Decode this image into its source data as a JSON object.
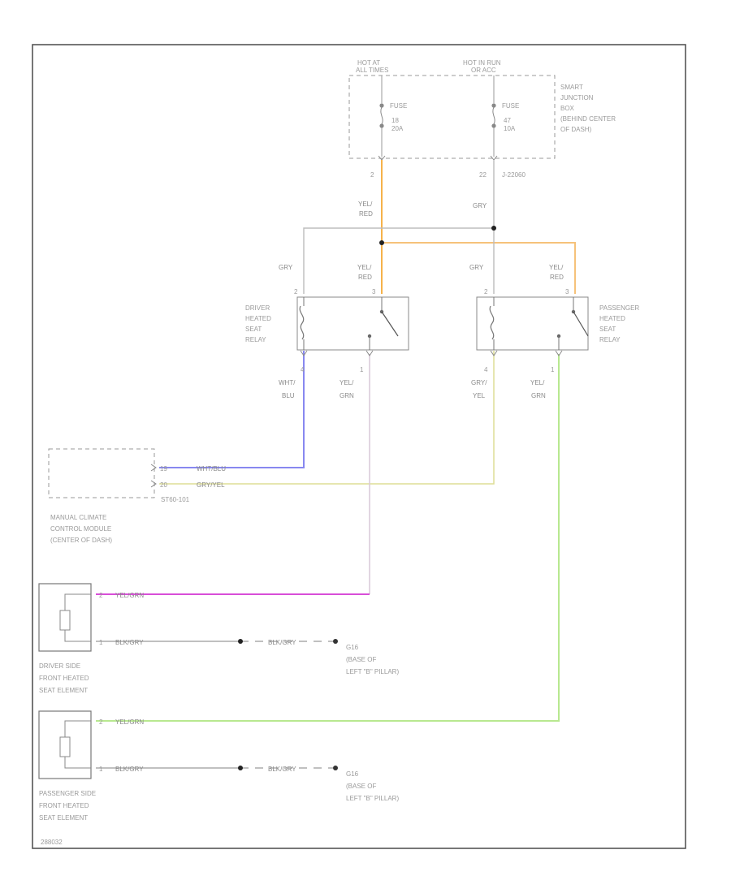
{
  "junction_box": {
    "hot_left": [
      "HOT AT",
      "ALL TIMES"
    ],
    "hot_right": [
      "HOT IN RUN",
      "OR ACC"
    ],
    "fuse_left": [
      "FUSE",
      "18",
      "20A"
    ],
    "fuse_right": [
      "FUSE",
      "47",
      "10A"
    ],
    "name": [
      "SMART",
      "JUNCTION",
      "BOX",
      "(BEHIND CENTER",
      "OF DASH)"
    ],
    "pin_left": "2",
    "pin_right": "22",
    "connector": "J-22060"
  },
  "wires": {
    "yel_red": [
      "YEL/",
      "RED"
    ],
    "gry": "GRY",
    "wht_blu": [
      "WHT/",
      "BLU"
    ],
    "yel_grn": [
      "YEL/",
      "GRN"
    ],
    "gry_yel": [
      "GRY/",
      "YEL"
    ],
    "wht_blu_inline": "WHT/BLU",
    "gry_yel_inline": "GRY/YEL",
    "yel_grn_inline": "YEL/GRN",
    "blk_gry": "BLK/GRY",
    "gnd_blk_gry": "BLK/GRY"
  },
  "driver_relay": {
    "name": [
      "DRIVER",
      "HEATED",
      "SEAT",
      "RELAY"
    ],
    "pin_top_left": "2",
    "pin_top_right": "3",
    "pin_bot_left": "4",
    "pin_bot_right": "1"
  },
  "passenger_relay": {
    "name": [
      "PASSENGER",
      "HEATED",
      "SEAT",
      "RELAY"
    ],
    "pin_top_left": "2",
    "pin_top_right": "3",
    "pin_bot_left": "4",
    "pin_bot_right": "1"
  },
  "climate_module": {
    "name": [
      "MANUAL CLIMATE",
      "CONTROL MODULE",
      "(CENTER OF DASH)"
    ],
    "pin1": "19",
    "pin2": "20",
    "connector": "ST60-101"
  },
  "driver_seat": {
    "name": [
      "DRIVER SIDE",
      "FRONT HEATED",
      "SEAT ELEMENT"
    ],
    "pin1": "2",
    "pin2": "1"
  },
  "passenger_seat": {
    "name": [
      "PASSENGER SIDE",
      "FRONT HEATED",
      "SEAT ELEMENT"
    ],
    "pin1": "2",
    "pin2": "1"
  },
  "ground1": [
    "G16",
    "(BASE OF",
    "LEFT \"B\" PILLAR)"
  ],
  "ground2": [
    "G16",
    "(BASE OF",
    "LEFT \"B\" PILLAR)"
  ],
  "footer_code": "288032",
  "colors": {
    "yel_red": "#f6b24a",
    "yel_red_link": "#f6c27a",
    "gry": "#bdbdbd",
    "wht_blu": "#8888f0",
    "gry_yel": "#dede96",
    "yel_grn_relay": "#d8c8d8",
    "yel_grn_seat": "#d84ed8",
    "yel_grn_pass": "#b8e890",
    "blk_gry": "#9a9a9a"
  }
}
